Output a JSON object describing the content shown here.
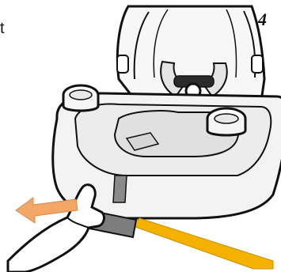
{
  "step": {
    "number": "4"
  },
  "edge_text": "t",
  "icons": {
    "car_seat": "car-seat-illustration",
    "pull_arrow": "pull-arrow-icon",
    "hand": "hand-illustration",
    "belt": "lap-belt-strap"
  },
  "colors": {
    "arrow": "#f2a766",
    "belt": "#f5b100",
    "strap_gray": "#8a8a8a",
    "seat_fill": "#f1f1f1",
    "pad_fill": "#d9d9d9",
    "outline": "#111111"
  }
}
